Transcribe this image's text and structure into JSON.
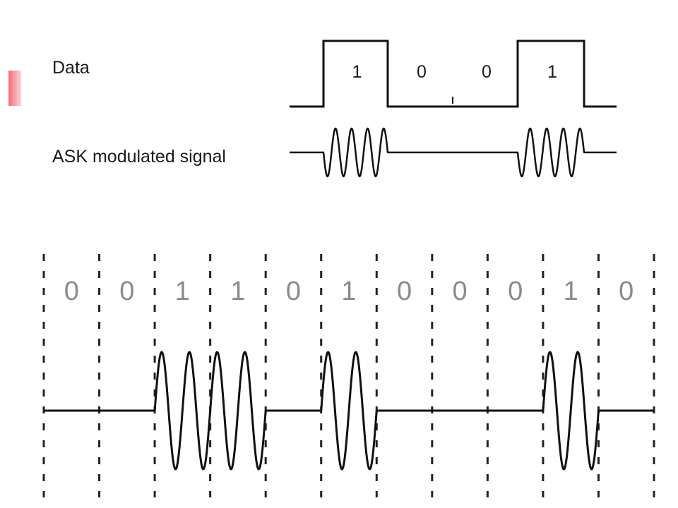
{
  "colors": {
    "signal": "#111111",
    "divider": "#222222",
    "bit_text": "#8a8a8a",
    "accent": "#f26d78"
  },
  "top": {
    "data_label": "Data",
    "ask_label": "ASK modulated signal",
    "bits": [
      "1",
      "0",
      "0",
      "1"
    ]
  },
  "bottom": {
    "bits": [
      "0",
      "0",
      "1",
      "1",
      "0",
      "1",
      "0",
      "0",
      "0",
      "1",
      "0"
    ]
  }
}
